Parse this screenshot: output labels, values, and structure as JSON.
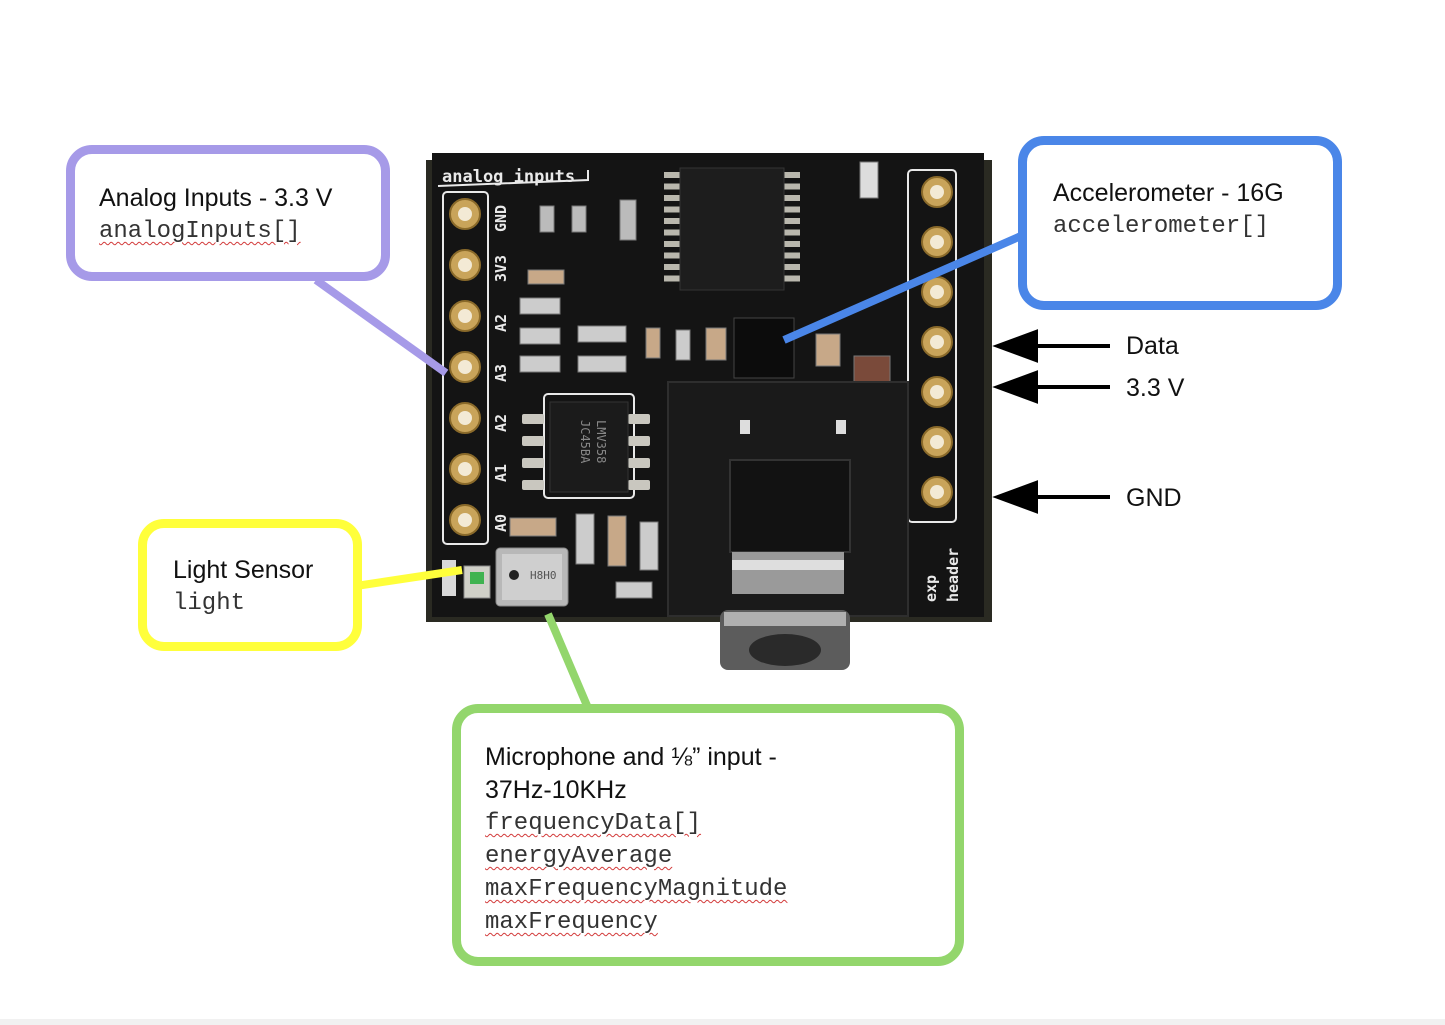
{
  "board": {
    "silk_analog_inputs": "analog inputs",
    "silk_exp": "exp",
    "silk_header": "header",
    "pin_labels": [
      "GND",
      "3V3",
      "A2",
      "A3",
      "A2",
      "A1",
      "A0"
    ],
    "chip_opamp_line1": "LMV358",
    "chip_opamp_line2": "JC45BA",
    "mic_code": "H8H0"
  },
  "callouts": {
    "analog": {
      "title": "Analog Inputs - 3.3 V",
      "vars": [
        "analogInputs[]"
      ],
      "color": "#a69ae8"
    },
    "accelerometer": {
      "title": "Accelerometer - 16G",
      "vars": [
        "accelerometer[]"
      ],
      "color": "#4a86e8"
    },
    "light": {
      "title": "Light Sensor",
      "vars": [
        "light"
      ],
      "color": "#ffff3b"
    },
    "microphone": {
      "title_line1": "Microphone and ⅛” input -",
      "title_line2": "37Hz-10KHz",
      "vars": [
        "frequencyData[]",
        "energyAverage",
        "maxFrequencyMagnitude",
        "maxFrequency"
      ],
      "color": "#93d66c"
    }
  },
  "header_pins": {
    "data": "Data",
    "v33": "3.3 V",
    "gnd": "GND"
  }
}
